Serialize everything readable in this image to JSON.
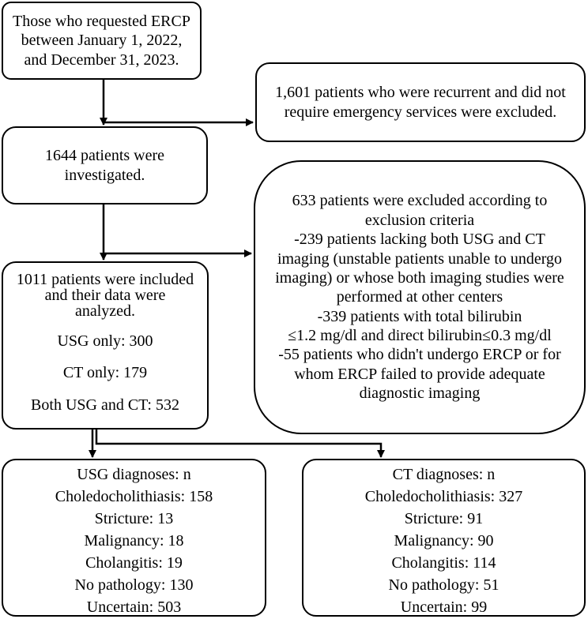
{
  "start": {
    "lines": [
      "Those who requested ERCP",
      "between January 1, 2022,",
      "and December 31, 2023."
    ]
  },
  "excluded_recurrent": {
    "lines": [
      "1,601 patients who were recurrent and did not",
      "require emergency services were excluded."
    ]
  },
  "investigated": {
    "lines": [
      "1644 patients were",
      "investigated."
    ]
  },
  "excluded_criteria": {
    "lines": [
      "633 patients were excluded according to",
      "exclusion criteria",
      "-239 patients lacking both USG and CT",
      "imaging (unstable patients unable to undergo",
      "imaging) or whose both imaging studies were",
      "performed at other centers",
      "-339 patients with total bilirubin",
      "≤1.2 mg/dl and direct bilirubin≤0.3 mg/dl",
      "-55 patients who didn't undergo ERCP or for",
      "whom ERCP failed to provide adequate",
      "diagnostic imaging"
    ]
  },
  "included": {
    "lines": [
      "1011 patients were included",
      "and their data were",
      "analyzed."
    ],
    "usg_only": "USG only: 300",
    "ct_only": "CT only: 179",
    "both": "Both USG and CT: 532"
  },
  "usg_diagnoses": {
    "title": "USG diagnoses: n",
    "items": [
      "Choledocholithiasis: 158",
      "Stricture: 13",
      "Malignancy: 18",
      "Cholangitis: 19",
      "No pathology: 130",
      "Uncertain: 503"
    ]
  },
  "ct_diagnoses": {
    "title": "CT diagnoses: n",
    "items": [
      "Choledocholithiasis: 327",
      "Stricture: 91",
      "Malignancy: 90",
      "Cholangitis: 114",
      "No pathology: 51",
      "Uncertain: 99"
    ]
  }
}
